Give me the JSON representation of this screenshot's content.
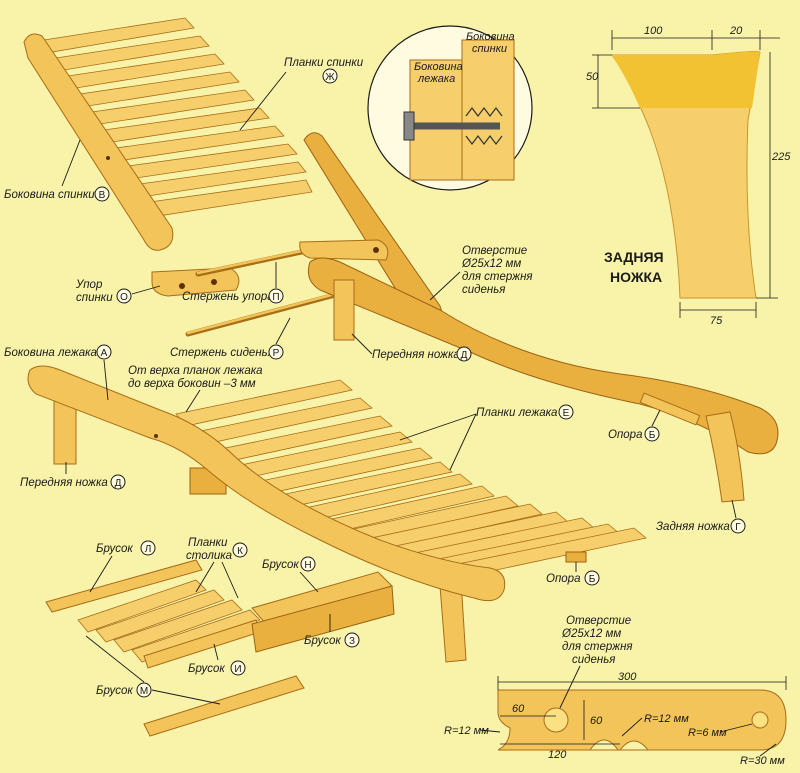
{
  "parts": {
    "backrest_slats": {
      "text": "Планки спинки",
      "code": "Ж"
    },
    "backrest_side": {
      "text": "Боковина спинки",
      "code": "В"
    },
    "back_stop": {
      "line1": "Упор",
      "line2": "спинки",
      "code": "О"
    },
    "stop_rod": {
      "text": "Стержень упора",
      "code": "П"
    },
    "seat_rod": {
      "text": "Стержень сиденья",
      "code": "Р"
    },
    "bed_side": {
      "text": "Боковина лежака",
      "code": "А"
    },
    "front_leg_top": {
      "text": "Передняя ножка",
      "code": "Д"
    },
    "front_leg_left": {
      "text": "Передняя ножка",
      "code": "Д"
    },
    "bed_slats": {
      "text": "Планки лежака",
      "code": "Е"
    },
    "support_top": {
      "text": "Опора",
      "code": "Б"
    },
    "support_bottom": {
      "text": "Опора",
      "code": "Б"
    },
    "rear_leg": {
      "text": "Задняя ножка",
      "code": "Г"
    },
    "bar_l": {
      "text": "Брусок",
      "code": "Л"
    },
    "table_slats": {
      "line1": "Планки",
      "line2": "столика",
      "code": "К"
    },
    "bar_n": {
      "text": "Брусок",
      "code": "Н"
    },
    "bar_z": {
      "text": "Брусок",
      "code": "З"
    },
    "bar_i": {
      "text": "Брусок",
      "code": "И"
    },
    "bar_m": {
      "text": "Брусок",
      "code": "М"
    }
  },
  "notes": {
    "hole_top": [
      "Отверстие",
      "Ø25х12 мм",
      "для стержня",
      "сиденья"
    ],
    "slat_offset": [
      "От верха планок лежака",
      "до верха боковин –3 мм"
    ],
    "hole_bottom": [
      "Отверстие",
      "Ø25х12 мм",
      "для стержня",
      "сиденья"
    ]
  },
  "inset": {
    "label_side_bed": [
      "Боковина",
      "лежака"
    ],
    "label_side_back": [
      "Боковина",
      "спинки"
    ]
  },
  "rear_leg_drawing": {
    "title_line1": "ЗАДНЯЯ",
    "title_line2": "НОЖКА",
    "dim_top_a": "100",
    "dim_top_b": "20",
    "dim_left": "50",
    "dim_right": "225",
    "dim_bottom": "75"
  },
  "stop_drawing": {
    "dim_length": "300",
    "dim_hole_offset": "60",
    "dim_height": "60",
    "dim_left_part": "120",
    "r_left": "R=12 мм",
    "r_notch": "R=12 мм",
    "r_hole": "R=6 мм",
    "r_end": "R=30 мм"
  },
  "colors": {
    "background": "#f8f3a8",
    "wood": "#f3c45a",
    "wood_dark": "#a86d17",
    "slot": "#5b3208"
  }
}
